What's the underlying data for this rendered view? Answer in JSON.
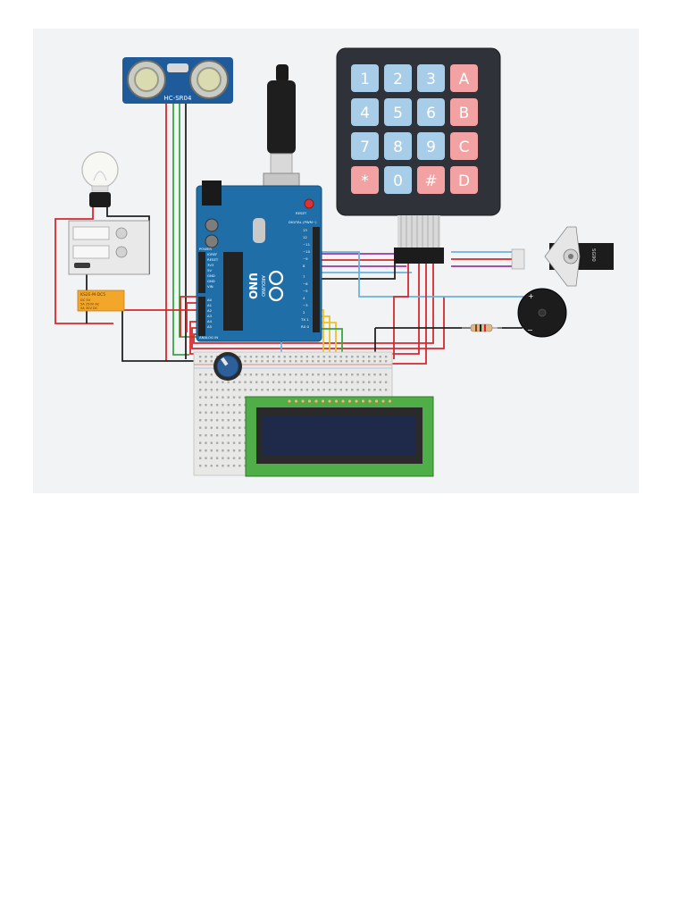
{
  "sensor": {
    "model": "HC-SR04"
  },
  "arduino": {
    "model": "UNO",
    "brand": "ARDUINO",
    "labels": {
      "power": "POWER",
      "analog": "ANALOG IN",
      "digital": "DIGITAL (PWM~)",
      "reset": "RESET",
      "aref": "AREF",
      "gnd": "GND"
    },
    "power_pins": [
      "IOREF",
      "RESET",
      "3V3",
      "5V",
      "GND",
      "GND",
      "VIN"
    ],
    "analog_pins": [
      "A0",
      "A1",
      "A2",
      "A3",
      "A4",
      "A5"
    ],
    "digital_pins": [
      "13",
      "12",
      "~11",
      "~10",
      "~9",
      "8",
      "7",
      "~6",
      "~5",
      "4",
      "~3",
      "2",
      "TX 1",
      "RX 0"
    ]
  },
  "relay": {
    "model": "KS2E-M-DC5",
    "lines": [
      "DC 5V",
      "5A 250V AC",
      "5A 30V DC"
    ]
  },
  "servo": {
    "model": "SG90"
  },
  "keypad": {
    "keys": [
      "1",
      "2",
      "3",
      "A",
      "4",
      "5",
      "6",
      "B",
      "7",
      "8",
      "9",
      "C",
      "*",
      "0",
      "#",
      "D"
    ]
  },
  "buzzer": {
    "plus": "+",
    "minus": "−"
  },
  "colors": {
    "canvas": "#f2f3f5",
    "arduino": "#1f6ea8",
    "key_blue": "#a8cde8",
    "key_red": "#f2a2a2",
    "keypad_body": "#2f3238",
    "wire_red": "#d7282f",
    "wire_green": "#3aa447",
    "wire_black": "#222222",
    "wire_purple": "#9a3aa0",
    "wire_blue": "#68b3e0",
    "wire_yellow": "#e8c22c",
    "lcd_green": "#4fae47",
    "lcd_screen": "#1f2a4a"
  }
}
